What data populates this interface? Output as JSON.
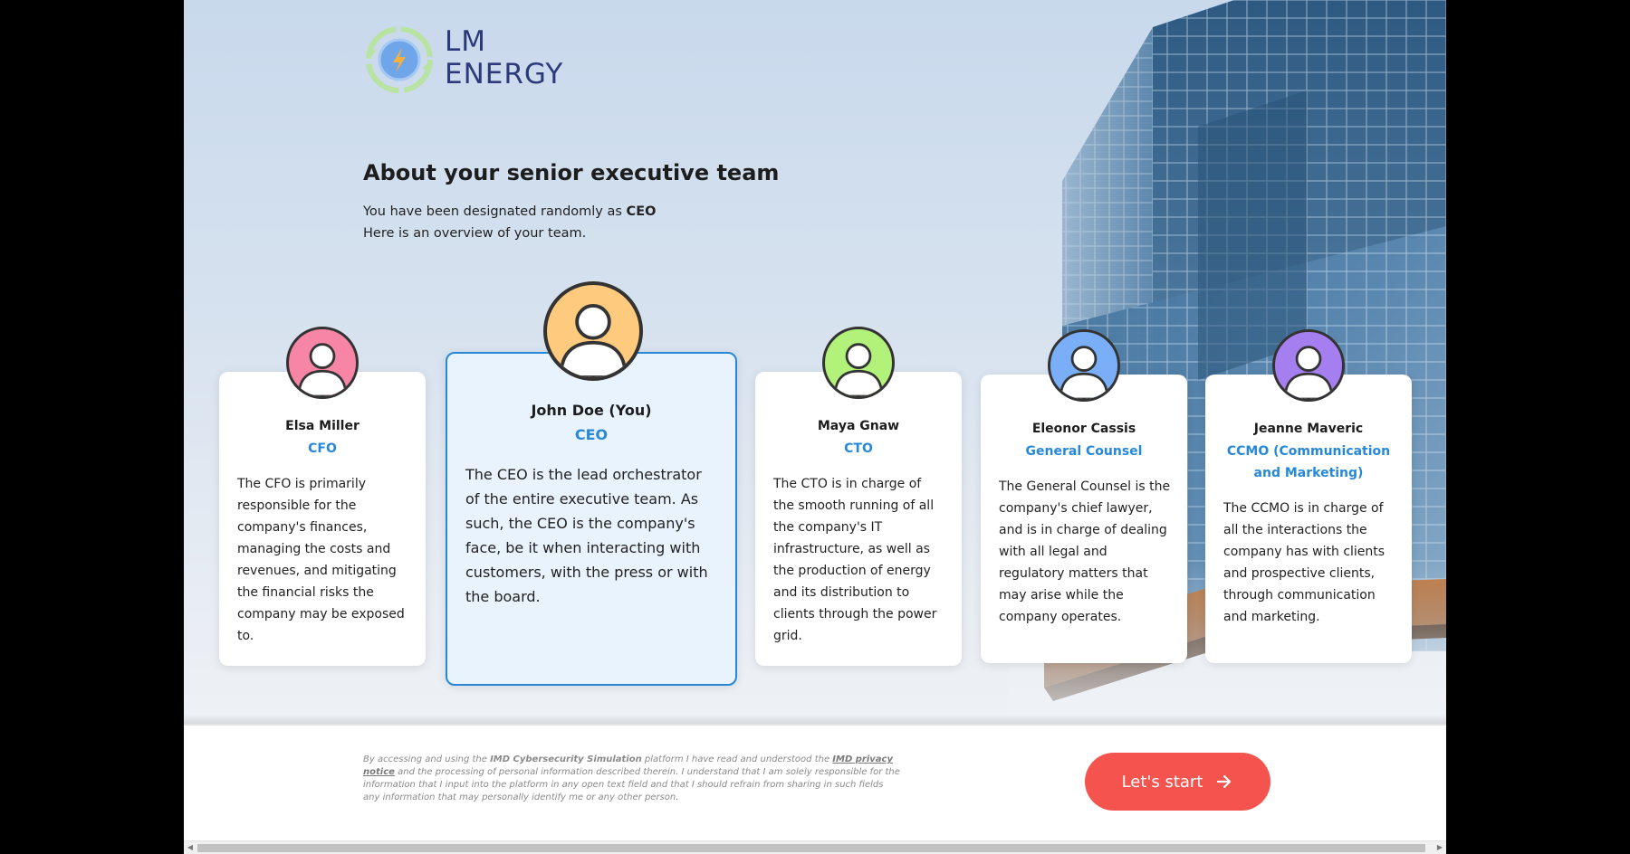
{
  "brand": {
    "line1": "LM",
    "line2": "ENERGY"
  },
  "page": {
    "title": "About your senior executive team",
    "intro_prefix": "You have been designated randomly as ",
    "intro_role": "CEO",
    "intro_line2": "Here is an overview of your team."
  },
  "team": [
    {
      "name": "Elsa Miller",
      "role": "CFO",
      "color": "#f785a6",
      "description": "The CFO is primarily responsible for the company's finances, managing the costs and revenues, and mitigating the financial risks the company may be exposed to."
    },
    {
      "name": "John Doe (You)",
      "role": "CEO",
      "color": "#fdca7e",
      "description": "The CEO is the lead orchestrator of the entire executive team. As such, the CEO is the company's face, be it when interacting with customers, with the press or with the board."
    },
    {
      "name": "Maya Gnaw",
      "role": "CTO",
      "color": "#b3f27a",
      "description": "The CTO is in charge of the smooth running of all the company's IT infrastructure, as well as the production of energy and its distribution to clients through the power grid."
    },
    {
      "name": "Eleonor Cassis",
      "role": "General Counsel",
      "color": "#7aaef7",
      "description": "The General Counsel is the company's chief lawyer, and is in charge of dealing with all legal and regulatory matters that may arise while the company operates."
    },
    {
      "name": "Jeanne Maveric",
      "role": "CCMO (Communication and Marketing)",
      "color": "#a57ef0",
      "description": "The CCMO is in charge of all the interactions the company has with clients and prospective clients, through communication and marketing."
    }
  ],
  "footer": {
    "disclaimer_1": "By accessing and using the ",
    "platform_name": "IMD Cybersecurity Simulation",
    "disclaimer_2": " platform I have read and understood the ",
    "privacy_link": "IMD privacy notice",
    "disclaimer_3": " and the processing of personal information described therein. I understand that I am solely responsible for the information that I input into the platform in any open text field and that I should refrain from sharing in such fields any information that may personally identify me or any other person.",
    "start_label": "Let's start"
  },
  "colors": {
    "accent": "#2888d8",
    "button": "#f4534e",
    "title_text": "#2d3a7a"
  }
}
